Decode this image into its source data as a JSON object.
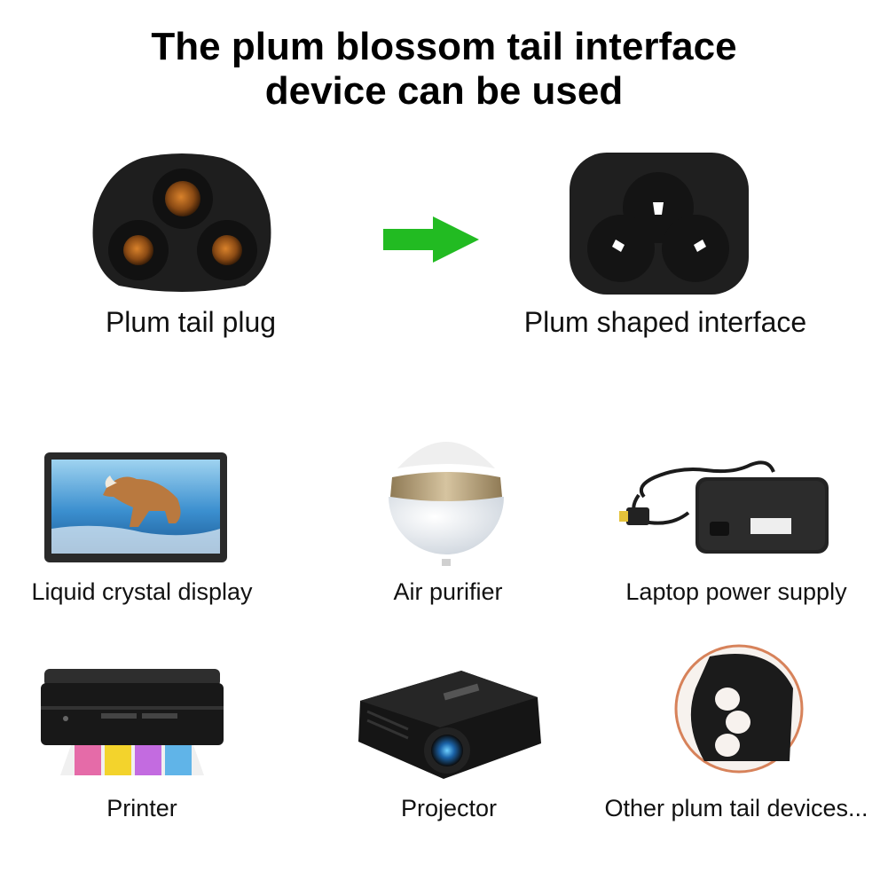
{
  "title": {
    "line1": "The plum blossom tail interface",
    "line2": "device can be used"
  },
  "colors": {
    "arrow": "#22bb22",
    "plug_body": "#1e1e1e",
    "pin": "#b5651d"
  },
  "top": {
    "plug_label": "Plum tail plug",
    "interface_label": "Plum shaped interface"
  },
  "devices": [
    {
      "label": "Liquid crystal display",
      "icon": "lcd-display-icon"
    },
    {
      "label": "Air purifier",
      "icon": "air-purifier-icon"
    },
    {
      "label": "Laptop power supply",
      "icon": "power-adapter-icon"
    },
    {
      "label": "Printer",
      "icon": "printer-icon"
    },
    {
      "label": "Projector",
      "icon": "projector-icon"
    },
    {
      "label": "Other plum tail devices...",
      "icon": "plum-socket-icon"
    }
  ]
}
